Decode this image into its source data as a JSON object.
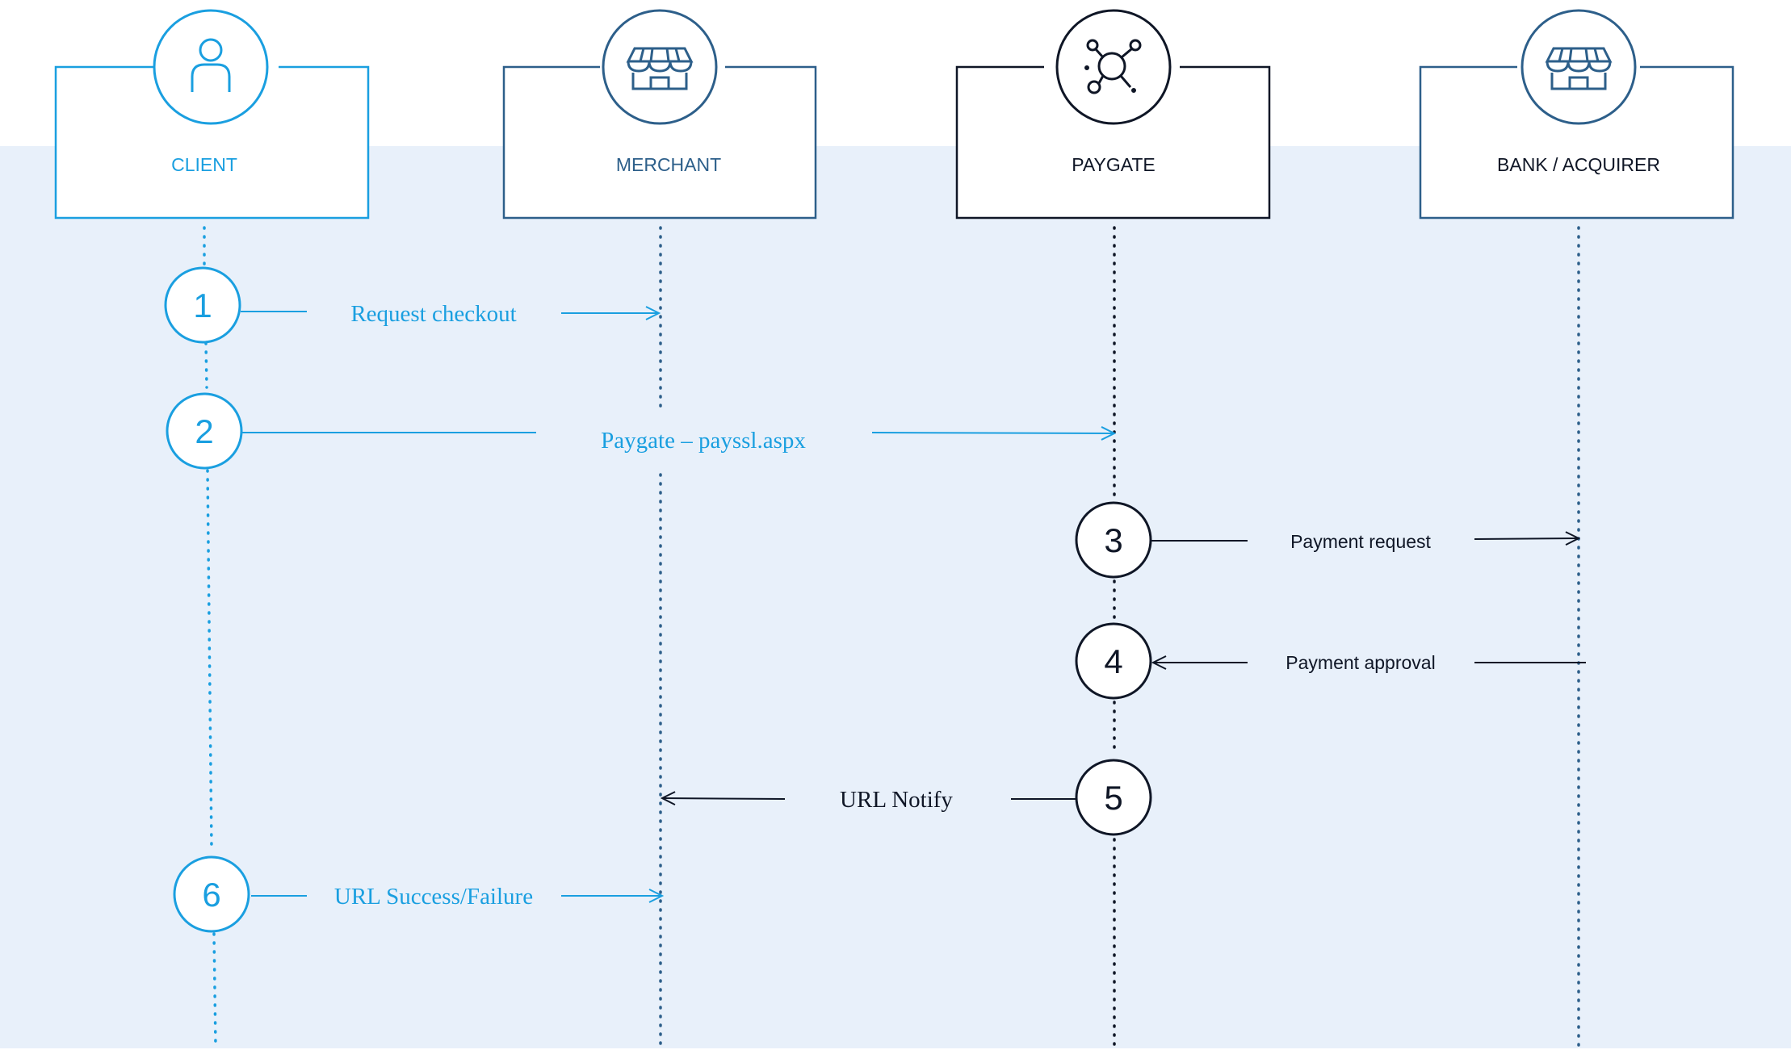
{
  "participants": [
    {
      "id": "client",
      "label": "CLIENT",
      "icon": "person-icon",
      "color": "#1a9fe0"
    },
    {
      "id": "merchant",
      "label": "MERCHANT",
      "icon": "storefront-icon",
      "color": "#2d5f8a"
    },
    {
      "id": "paygate",
      "label": "PAYGATE",
      "icon": "network-hub-icon",
      "color": "#0f1626"
    },
    {
      "id": "bank",
      "label": "BANK / ACQUIRER",
      "icon": "storefront-icon",
      "color": "#2d5f8a"
    }
  ],
  "steps": [
    {
      "number": "1",
      "label": "Request checkout",
      "from": "client",
      "to": "merchant"
    },
    {
      "number": "2",
      "label": "Paygate – payssl.aspx",
      "from": "client",
      "to": "paygate"
    },
    {
      "number": "3",
      "label": "Payment request",
      "from": "paygate",
      "to": "bank"
    },
    {
      "number": "4",
      "label": "Payment approval",
      "from": "bank",
      "to": "paygate"
    },
    {
      "number": "5",
      "label": "URL Notify",
      "from": "paygate",
      "to": "merchant"
    },
    {
      "number": "6",
      "label": "URL Success/Failure",
      "from": "client",
      "to": "merchant"
    }
  ],
  "colors": {
    "background_band": "#e8f0fa",
    "client_blue": "#1a9fe0",
    "merchant_blue": "#2d5f8a",
    "dark": "#0f1626"
  }
}
